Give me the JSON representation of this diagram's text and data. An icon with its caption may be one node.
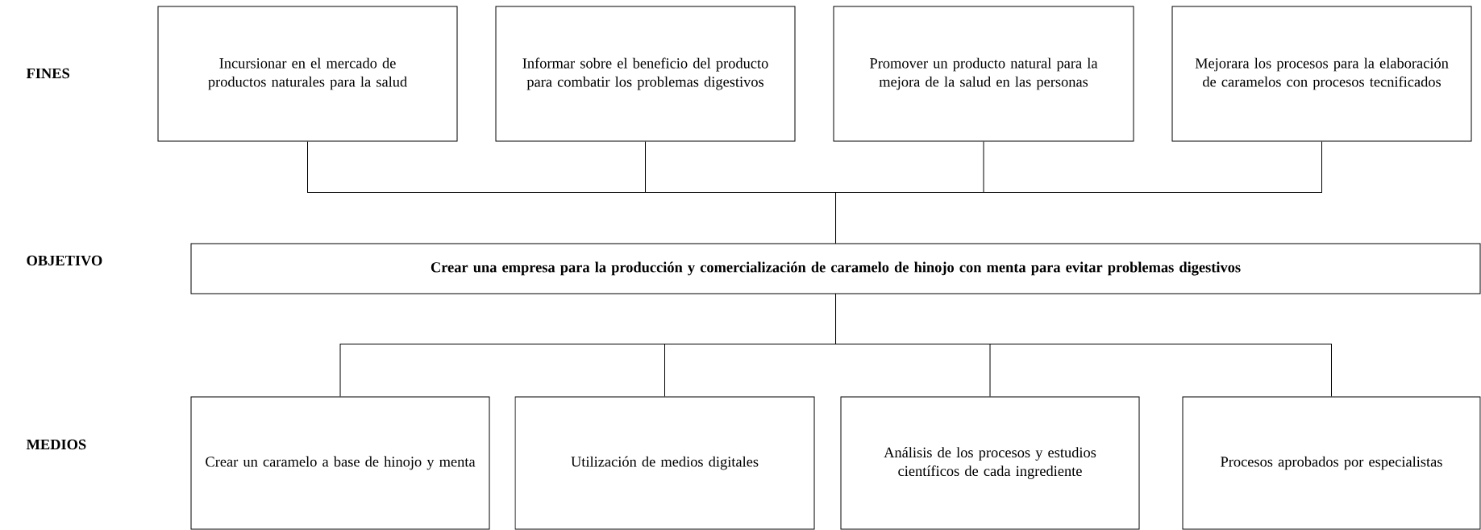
{
  "diagram": {
    "nodes": [
      {
        "text": [
          "Incursionar en el mercado de productos naturales para la salud"
        ]
      },
      {
        "text": [
          "Informar sobre el beneficio del producto para combatir los problemas digestivos"
        ]
      },
      {
        "text": [
          "Promover un producto natural para la mejora de la salud en las personas"
        ]
      },
      {
        "text": [
          "Mejorara los procesos para la elaboración de caramelos con procesos tecnificados"
        ]
      },
      {
        "text": [
          "Crear una empresa para la producción y comercialización de caramelo de hinojo con menta para evitar problemas digestivos"
        ]
      },
      {
        "text": [
          "Crear un caramelo a base de hinojo y menta"
        ]
      },
      {
        "text": [
          "Utilización de medios digitales"
        ]
      },
      {
        "text": [
          "Análisis de los procesos y estudios científicos de cada ingrediente"
        ]
      },
      {
        "text": [
          "Procesos aprobados por especialistas"
        ]
      }
    ],
    "edges": [
      {
        "from": 0,
        "to": 4,
        "arrow": "none"
      },
      {
        "from": 1,
        "to": 4,
        "arrow": "none"
      },
      {
        "from": 2,
        "to": 4,
        "arrow": "none"
      },
      {
        "from": 3,
        "to": 4,
        "arrow": "none"
      },
      {
        "from": 4,
        "to": 5,
        "arrow": "none"
      },
      {
        "from": 4,
        "to": 6,
        "arrow": "none"
      },
      {
        "from": 4,
        "to": 7,
        "arrow": "none"
      },
      {
        "from": 4,
        "to": 8,
        "arrow": "none"
      }
    ],
    "labels": [
      "FINES",
      "OBJETIVO",
      "MEDIOS"
    ]
  }
}
